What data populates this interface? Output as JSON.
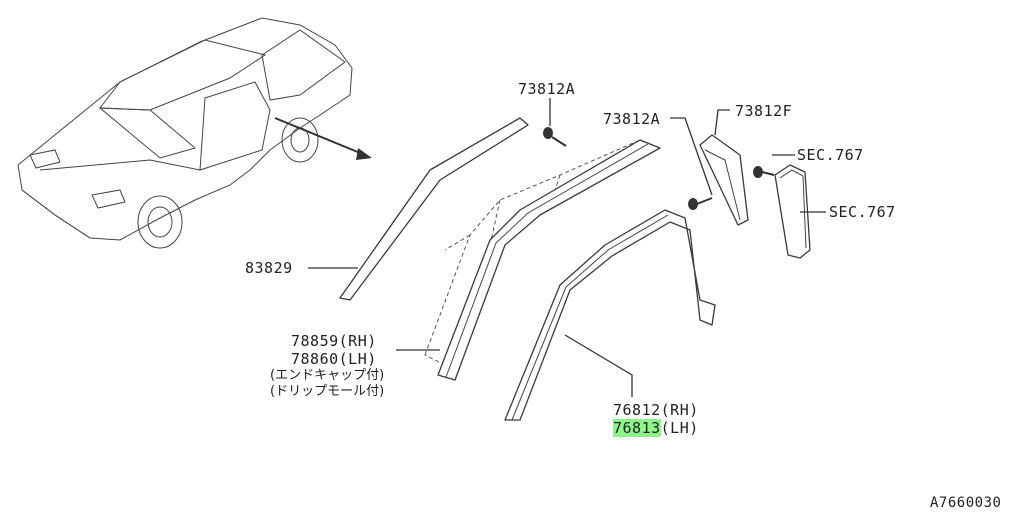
{
  "labels": {
    "p83829": "83829",
    "p73812a_1": "73812A",
    "p73812a_2": "73812A",
    "p73812f": "73812F",
    "sec767_1": "SEC.767",
    "sec767_2": "SEC.767",
    "p78859": "78859(RH)",
    "p78860": "78860(LH)",
    "note1": "(エンドキャップ付)",
    "note2": "(ドリップモール付)",
    "p76812": "76812(RH)",
    "p76813_num": "76813",
    "p76813_suffix": "(LH)",
    "diagram_id": "A7660030"
  },
  "highlight_color": "#8ef58a"
}
